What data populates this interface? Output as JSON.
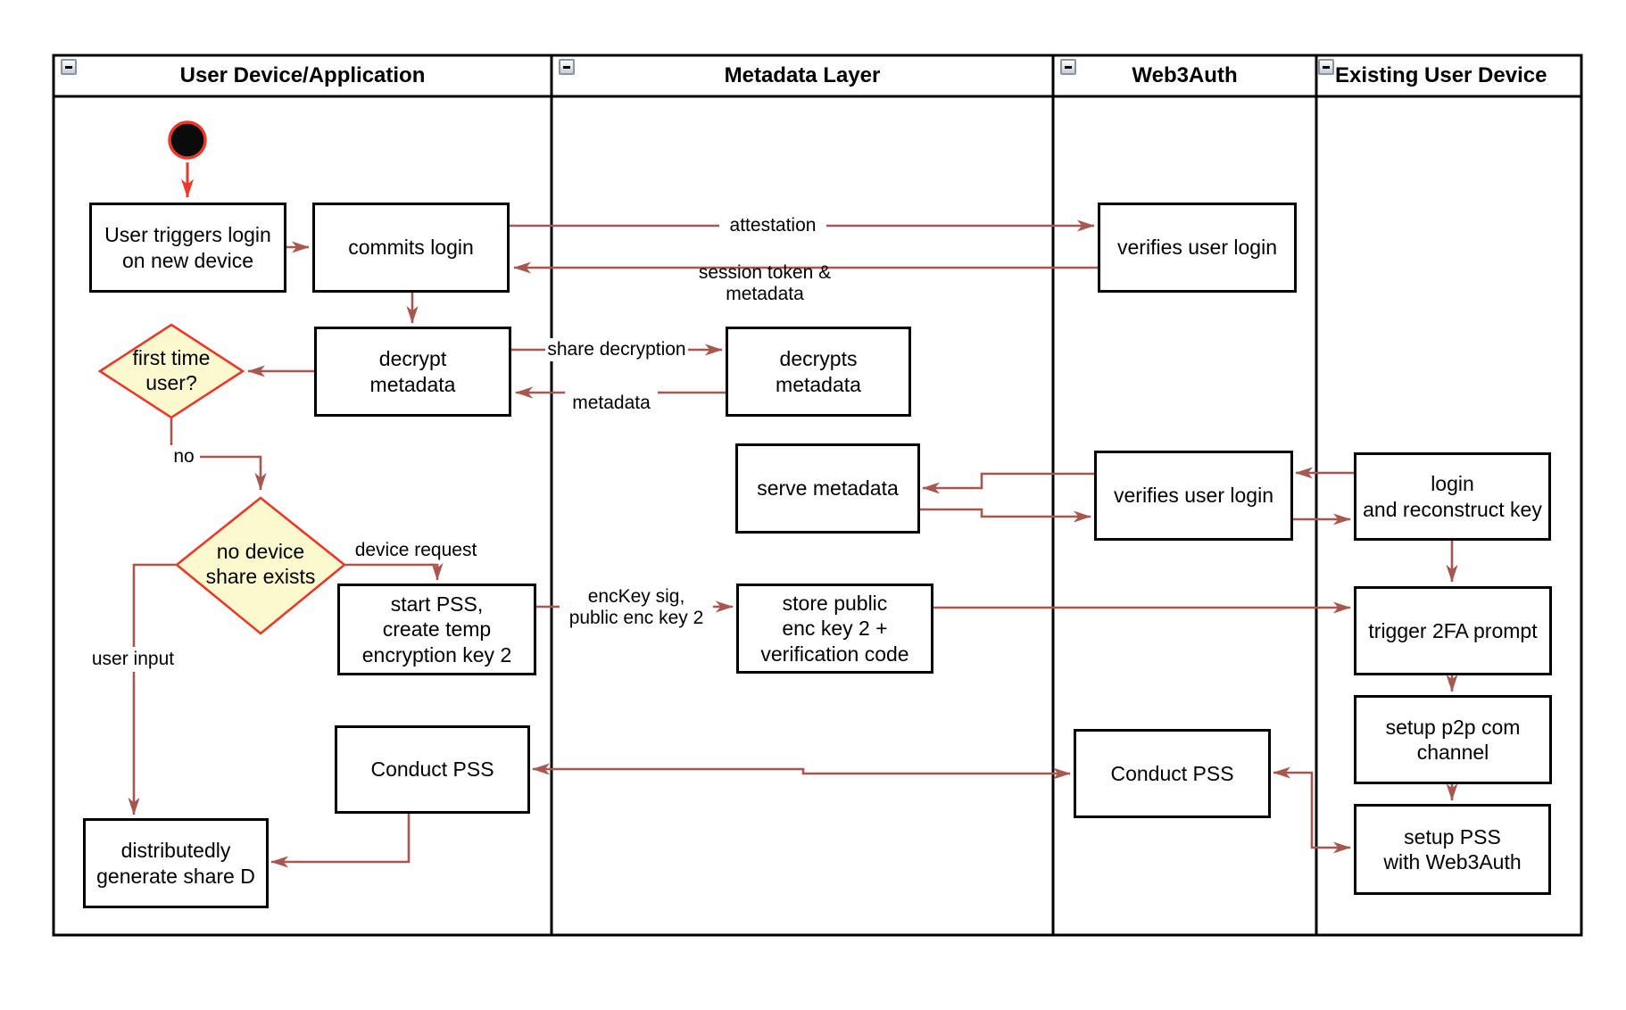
{
  "diagram_type": "swimlane-activity-diagram",
  "lanes": [
    {
      "title": "User Device/Application"
    },
    {
      "title": "Metadata Layer"
    },
    {
      "title": "Web3Auth"
    },
    {
      "title": "Existing User Device"
    }
  ],
  "nodes": {
    "user_triggers": {
      "label": "User triggers login\non new device"
    },
    "commits_login": {
      "label": "commits login"
    },
    "decrypt_metadata": {
      "label": "decrypt\nmetadata"
    },
    "first_time_user": {
      "label": "first time\nuser?"
    },
    "no_device_share": {
      "label": "no device\nshare exists"
    },
    "start_pss": {
      "label": "start PSS,\ncreate temp\nencryption key 2"
    },
    "conduct_pss_user": {
      "label": "Conduct PSS"
    },
    "generate_share_d": {
      "label": "distributedly\ngenerate share D"
    },
    "decrypts_metadata": {
      "label": "decrypts\nmetadata"
    },
    "serve_metadata": {
      "label": "serve metadata"
    },
    "store_public_enc_key": {
      "label": "store public\nenc key 2 +\nverification code"
    },
    "verifies_user_login_1": {
      "label": "verifies user login"
    },
    "verifies_user_login_2": {
      "label": "verifies user login"
    },
    "conduct_pss_web3auth": {
      "label": "Conduct PSS"
    },
    "login_reconstruct": {
      "label": "login\nand reconstruct key"
    },
    "trigger_2fa": {
      "label": "trigger 2FA prompt"
    },
    "setup_p2p": {
      "label": "setup p2p com\nchannel"
    },
    "setup_pss_web3auth": {
      "label": "setup PSS\nwith Web3Auth"
    }
  },
  "edge_labels": {
    "attestation": "attestation",
    "session_token": "session token & metadata",
    "share_decryption": "share decryption",
    "metadata": "metadata",
    "no": "no",
    "device_request": "device request",
    "user_input": "user input",
    "enc_key": "encKey sig,\npublic enc key 2"
  },
  "colors": {
    "arrow": "#A6574F",
    "accent_red": "#E8392C",
    "diamond_fill": "#FCF9CF",
    "diamond_border": "#E8392C",
    "box_border": "#000000",
    "start_node_fill": "#0B0B0B"
  }
}
